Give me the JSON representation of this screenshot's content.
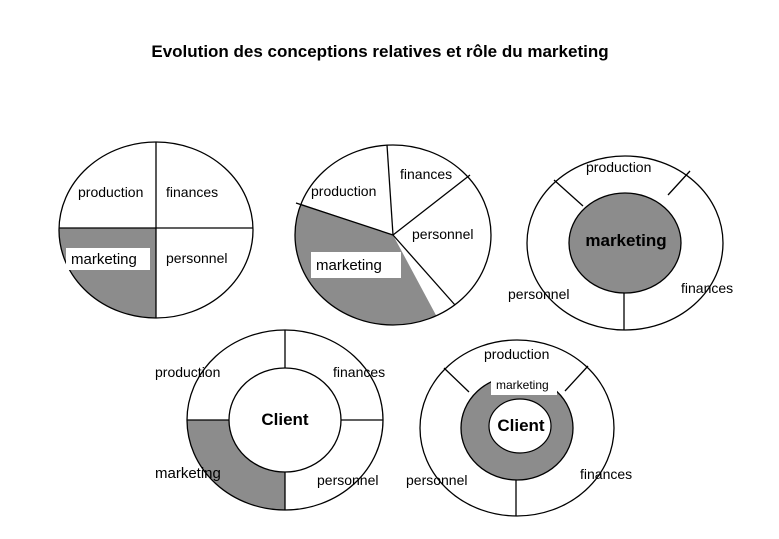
{
  "title": "Evolution des conceptions relatives et rôle du marketing",
  "colors": {
    "shaded": "#8c8c8c",
    "stroke": "#000000",
    "background": "#ffffff"
  },
  "diagram1": {
    "production": "production",
    "finances": "finances",
    "marketing": "marketing",
    "personnel": "personnel"
  },
  "diagram2": {
    "finances": "finances",
    "production": "production",
    "personnel": "personnel",
    "marketing": "marketing"
  },
  "diagram3": {
    "production": "production",
    "marketing": "marketing",
    "personnel": "personnel",
    "finances": "finances"
  },
  "diagram4": {
    "production": "production",
    "finances": "finances",
    "client": "Client",
    "marketing": "marketing",
    "personnel": "personnel"
  },
  "diagram5": {
    "production": "production",
    "marketing": "marketing",
    "client": "Client",
    "personnel": "personnel",
    "finances": "finances"
  }
}
